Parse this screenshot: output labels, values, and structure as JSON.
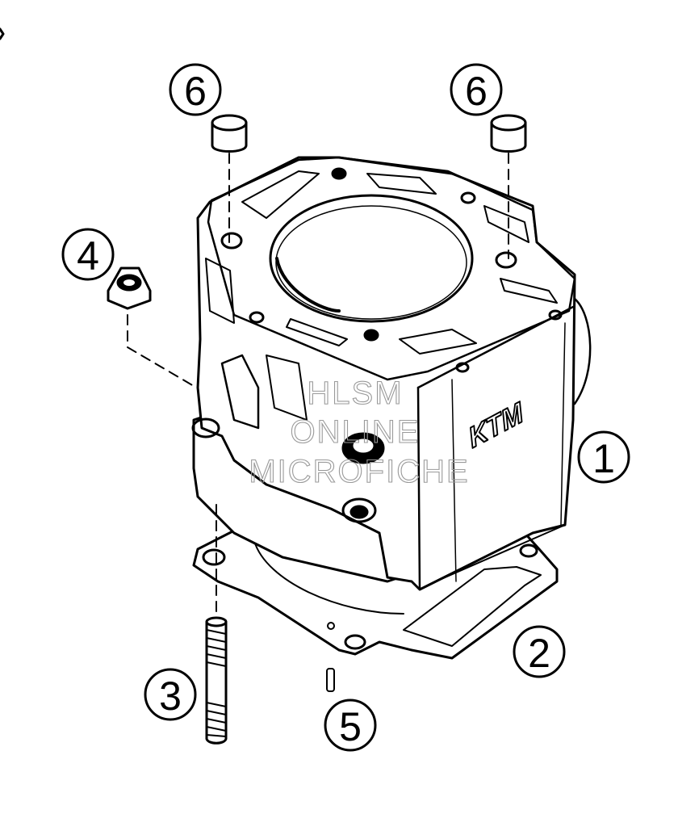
{
  "diagram": {
    "callouts": [
      {
        "id": "cylinder",
        "label": "1"
      },
      {
        "id": "base-gasket",
        "label": "2"
      },
      {
        "id": "stud",
        "label": "3"
      },
      {
        "id": "nut",
        "label": "4"
      },
      {
        "id": "pin",
        "label": "5"
      },
      {
        "id": "dowel-left",
        "label": "6"
      },
      {
        "id": "dowel-right",
        "label": "6"
      }
    ],
    "logo": "KTM",
    "watermark": [
      "HLSM",
      "ONLINE",
      "MICROFICHE"
    ]
  }
}
